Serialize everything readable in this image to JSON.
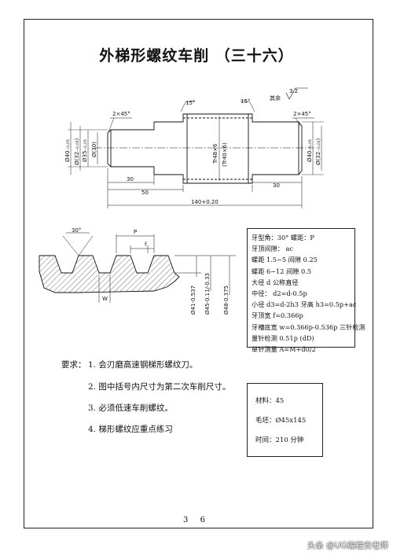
{
  "title": "外梯形螺纹车削 （三十六）",
  "shaft_drawing": {
    "chamfer_left": "2×45°",
    "chamfer_right": "2×45°",
    "angle_left": "15°",
    "angle_right": "15°",
    "roughness": "其余",
    "roughness_value": "3.2",
    "thread_main": "Tr48×6",
    "thread_alt": "(Tr40×6)",
    "left_dims": [
      "Ø40₋₀.₀₅",
      "Ø(32₋₀.₀₅)",
      "Ø35₋₀.₀₅",
      "Ø(30)"
    ],
    "right_dims": [
      "Ø40₋₀.₀₅",
      "Ø(32₋₀.₀₅)"
    ],
    "len_30_left": "30",
    "len_50": "50",
    "len_30_right": "30",
    "len_total": "140+0.20"
  },
  "thread_drawing": {
    "angle": "30°",
    "pitch": "P",
    "f_label": "f",
    "w_label": "W",
    "dims": [
      "Ø41-0.537",
      "Ø45-0.11/-0.33",
      "Ø48-0.375"
    ]
  },
  "params": [
    "牙型角：30°    螺距：P",
    "牙顶间隙：  ac",
    "螺距 1.5~5 间隙 0.25",
    "螺距 6~12  间隙 0.5",
    "大径 d  公称直径",
    "中径：  d2=d-0.5p",
    "小径 d3=d-2h3    牙高 h3=0.5p+ac",
    "牙顶宽 f=0.366p",
    "牙槽底宽  w=0.366p-0.536p    三针检测",
    "量针检测  0.51p      (dD)",
    "单针测量  A=M+d0/2"
  ],
  "requirements": {
    "label": "要求：",
    "items": [
      "1. 会刃磨高速钢梯形螺纹刀。",
      "2. 图中括号内尺寸为第二次车削尺寸。",
      "3. 必须低速车削螺纹。",
      "4. 梯形螺纹应重点练习"
    ]
  },
  "material": {
    "material": "材料：45",
    "blank": "毛坯：Ø45x145",
    "time": "时间：210 分钟"
  },
  "page_number": "3 6",
  "watermark": "头条 @UG编程安老师"
}
